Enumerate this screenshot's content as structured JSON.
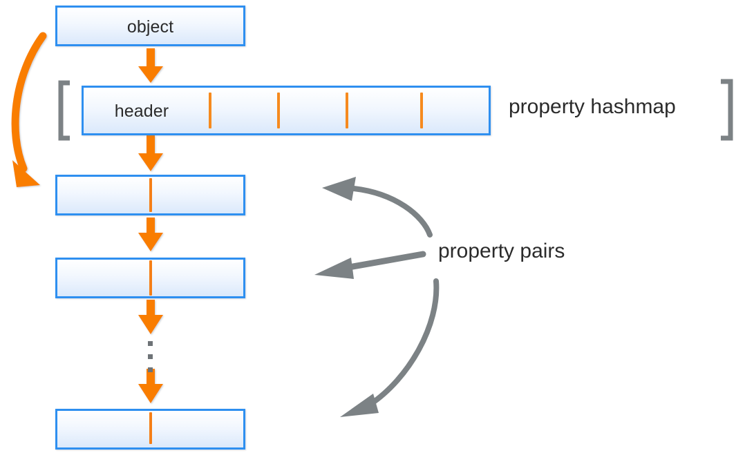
{
  "diagram": {
    "title": "JavaScript object property hashmap and property pair chain",
    "colors": {
      "box_border": "#2e8ff0",
      "box_fill_top": "#ffffff",
      "box_fill_bottom": "#dbe9fb",
      "orange_arrow": "#f97d05",
      "orange_tick": "#f68a1e",
      "gray_arrow": "#7c8285",
      "bracket_gray": "#7c8285",
      "text": "#2b2b2b",
      "background": "#ffffff"
    },
    "nodes": [
      {
        "id": "object",
        "label": "object",
        "label_align": "center"
      },
      {
        "id": "header",
        "label": "header",
        "label_align": "left-of-center"
      },
      {
        "id": "pair-1",
        "label": ""
      },
      {
        "id": "pair-2",
        "label": ""
      },
      {
        "id": "pair-n",
        "label": ""
      }
    ],
    "hashmap": {
      "slot_count": 5,
      "tick_marks": 4,
      "bracket_label": "property hashmap",
      "left_bracket": "[",
      "right_bracket": "]"
    },
    "annotations": {
      "property_pairs_label": "property pairs",
      "pairs_arrow_count": 3
    },
    "ellipsis": {
      "dot_count": 3,
      "meaning": "continuation of property pair chain"
    },
    "arrows": [
      {
        "id": "object-to-header",
        "kind": "straight-down",
        "color": "#f97d05"
      },
      {
        "id": "object-to-first-pair",
        "kind": "curved-left-down",
        "color": "#f97d05"
      },
      {
        "id": "header-to-pair-1",
        "kind": "straight-down",
        "color": "#f97d05"
      },
      {
        "id": "pair-1-to-pair-2",
        "kind": "straight-down",
        "color": "#f97d05"
      },
      {
        "id": "pair-2-to-ellipsis",
        "kind": "straight-down",
        "color": "#f97d05"
      },
      {
        "id": "ellipsis-to-pair-n",
        "kind": "straight-down",
        "color": "#f97d05"
      },
      {
        "id": "pairs-label-to-pair-1",
        "kind": "curved-up-left",
        "color": "#7c8285"
      },
      {
        "id": "pairs-label-to-pair-2",
        "kind": "straight-left",
        "color": "#7c8285"
      },
      {
        "id": "pairs-label-to-pair-n",
        "kind": "curved-down-left",
        "color": "#7c8285"
      }
    ]
  }
}
